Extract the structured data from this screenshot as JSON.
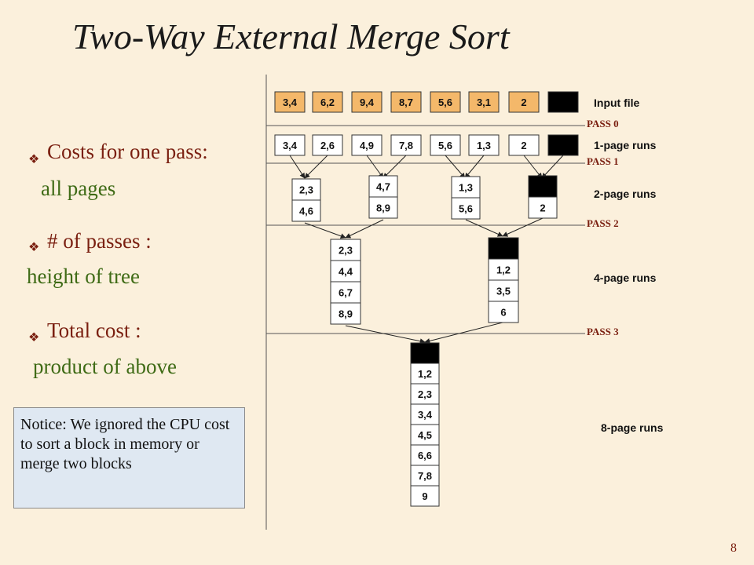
{
  "title": "Two-Way External Merge Sort",
  "bullets": [
    {
      "line1": "Costs for one pass:",
      "line2": "all pages"
    },
    {
      "line1": "# of passes :",
      "line2": "height of tree"
    },
    {
      "line1": "Total cost :",
      "line2": "product of above"
    }
  ],
  "notice": "Notice: We ignored the CPU cost to sort a block in memory or merge two blocks",
  "page_number": "8",
  "passes": [
    "PASS 0",
    "PASS 1",
    "PASS 2",
    "PASS 3"
  ],
  "run_labels": [
    "Input file",
    "1-page runs",
    "2-page runs",
    "4-page runs",
    "8-page runs"
  ],
  "input_file": [
    "3,4",
    "6,2",
    "9,4",
    "8,7",
    "5,6",
    "3,1",
    "2",
    ""
  ],
  "one_page_runs": [
    "3,4",
    "2,6",
    "4,9",
    "7,8",
    "5,6",
    "1,3",
    "2",
    ""
  ],
  "two_page_runs": [
    [
      "2,3",
      "4,6"
    ],
    [
      "4,7",
      "8,9"
    ],
    [
      "1,3",
      "5,6"
    ],
    [
      "",
      "2"
    ]
  ],
  "four_page_runs": [
    [
      "2,3",
      "4,4",
      "6,7",
      "8,9"
    ],
    [
      "",
      "1,2",
      "3,5",
      "6"
    ]
  ],
  "eight_page_runs": [
    [
      "",
      "1,2",
      "2,3",
      "3,4",
      "4,5",
      "6,6",
      "7,8",
      "9"
    ]
  ],
  "colors": {
    "input_fill": "#f4b86a",
    "empty_page": "#000000",
    "accent": "#7a1f10",
    "second": "#3f6b16"
  }
}
